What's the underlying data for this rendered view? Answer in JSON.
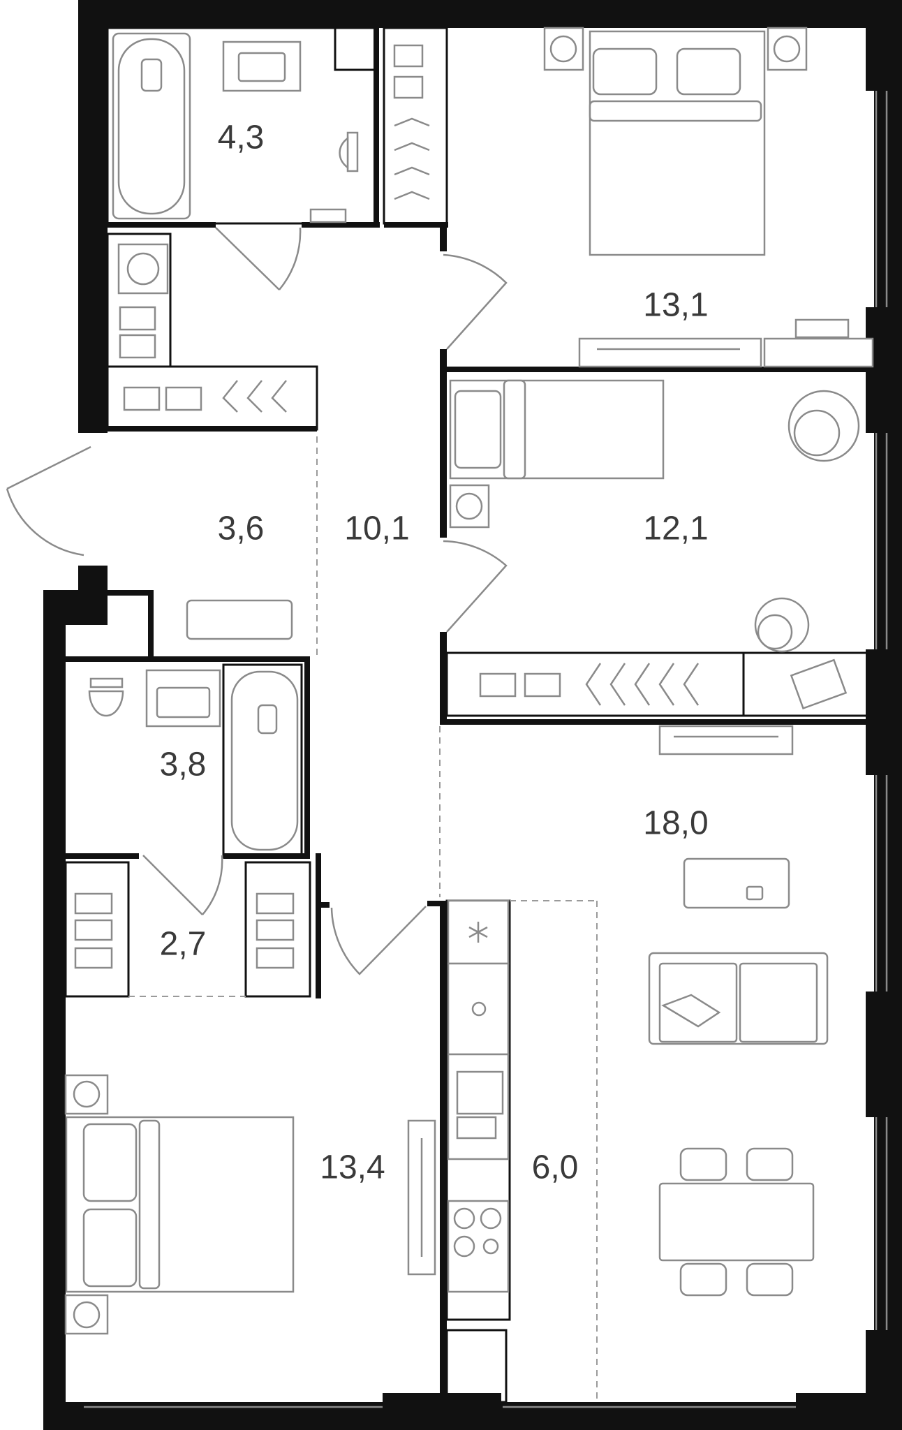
{
  "rooms": [
    {
      "id": "bathroom-1",
      "area": "4,3"
    },
    {
      "id": "bedroom-1",
      "area": "13,1"
    },
    {
      "id": "hallway",
      "area": "3,6"
    },
    {
      "id": "corridor",
      "area": "10,1"
    },
    {
      "id": "bedroom-2",
      "area": "12,1"
    },
    {
      "id": "bathroom-2",
      "area": "3,8"
    },
    {
      "id": "living-room",
      "area": "18,0"
    },
    {
      "id": "wardrobe",
      "area": "2,7"
    },
    {
      "id": "bedroom-3",
      "area": "13,4"
    },
    {
      "id": "kitchen",
      "area": "6,0"
    }
  ],
  "colors": {
    "wall": "#111111",
    "furniture": "#8a8a8a",
    "text": "#3a3a3a"
  }
}
